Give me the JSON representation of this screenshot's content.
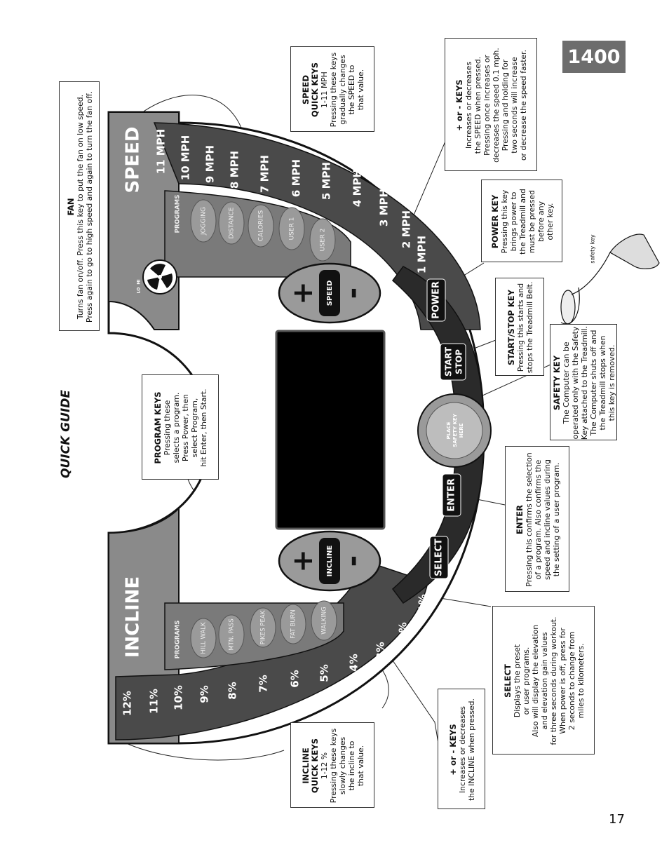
{
  "page": {
    "model": "1400",
    "number": "17",
    "title": "QUICK GUIDE"
  },
  "console": {
    "incline_banner": "INCLINE",
    "speed_banner": "SPEED",
    "incline_levels": [
      "12%",
      "11%",
      "10%",
      "9%",
      "8%",
      "7%",
      "6%",
      "5%",
      "4%",
      "3%",
      "2%",
      "1%"
    ],
    "speed_levels": [
      "11",
      "10",
      "9",
      "8",
      "7",
      "6",
      "5",
      "4",
      "3",
      "2",
      "1"
    ],
    "speed_unit": "MPH",
    "incline_programs_label": "PROGRAMS",
    "incline_programs": [
      "HILL WALK",
      "MTN. PASS",
      "PIKES PEAK",
      "FAT BURN",
      "WALKING"
    ],
    "speed_programs_label": "PROGRAMS",
    "speed_programs": [
      "JOGGING",
      "DISTANCE",
      "CALORIES",
      "USER 1",
      "USER 2"
    ],
    "incline_key": "INCLINE",
    "speed_key": "SPEED",
    "plus": "+",
    "minus": "-",
    "select": "SELECT",
    "enter": "ENTER",
    "safety_key_slot": [
      "PLACE",
      "SAFETY KEY",
      "HERE"
    ],
    "start": "START",
    "stop": "STOP",
    "power": "POWER",
    "fan_hi": "HI",
    "fan_lo": "LO",
    "safety_key_label": "safety key"
  },
  "callouts": {
    "fan": {
      "title": "FAN",
      "lines": [
        "Turns fan on/off. Press this key to put the fan on low speed.",
        "Press again to go to high speed and again to turn the fan off."
      ]
    },
    "speed_quick": {
      "title": [
        "SPEED",
        "QUICK KEYS"
      ],
      "lines": [
        "1-11 MPH",
        "Pressing these keys",
        "gradually changes",
        "the SPEED to",
        "that value."
      ]
    },
    "speed_plus_minus": {
      "title": "+ or - KEYS",
      "lines": [
        "Increases or decreases",
        "the SPEED when pressed.",
        "Pressing once increases or",
        "decreases the speed 0.1 mph.",
        "Pressing and holding for",
        "two seconds will increase",
        "or decrease the speed faster."
      ]
    },
    "power": {
      "title": "POWER KEY",
      "lines": [
        "Pressing this key",
        "brings power to",
        "the Treadmill and",
        "must be pressed",
        "before any",
        "other key."
      ]
    },
    "start_stop": {
      "title": "START/STOP KEY",
      "lines": [
        "Pressing this starts and",
        "stops the Treadmill Belt."
      ]
    },
    "safety": {
      "title": "SAFETY KEY",
      "lines": [
        "The Computer can be",
        "operated only with the Safety",
        "Key attached to the Treadmill.",
        "The Computer shuts off and",
        "the Treadmill stops when",
        "this key is removed."
      ]
    },
    "program": {
      "title": "PROGRAM KEYS",
      "lines": [
        "Pressing these",
        "selects a program.",
        "Press Power, then",
        "select Program,",
        "hit Enter, then Start."
      ]
    },
    "enter": {
      "title": "ENTER",
      "lines": [
        "Pressing this confirms the selection",
        "of a program. Also confirms the",
        "speed and incline values during",
        "the setting of a user program."
      ]
    },
    "select": {
      "title": "SELECT",
      "lines": [
        "Displays the preset",
        "or user programs.",
        "Also will display the elevation",
        "and elevation gain values",
        "for three seconds during workout.",
        "When power is off, press for",
        "2 seconds to change from",
        "miles to kilometers."
      ]
    },
    "incline_plus_minus": {
      "title": "+ or - KEYS",
      "lines": [
        "Increases or decreases",
        "the INCLINE when pressed."
      ]
    },
    "incline_quick": {
      "title": [
        "INCLINE",
        "QUICK KEYS"
      ],
      "lines": [
        "1-12 %",
        "Pressing these keys",
        "slowly changes",
        "the incline to",
        "that value."
      ]
    }
  }
}
